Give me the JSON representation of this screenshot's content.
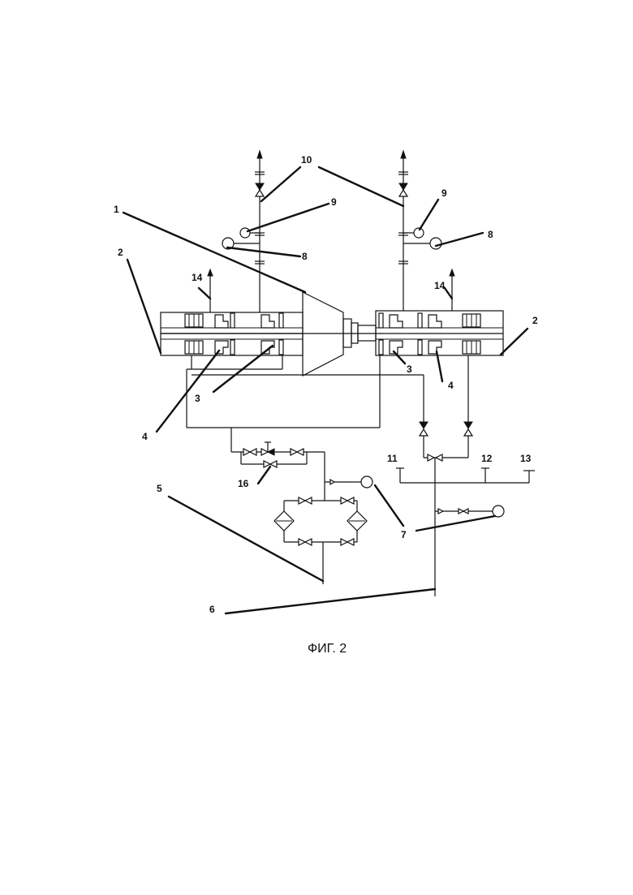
{
  "figure": {
    "caption": "ФИГ. 2",
    "labels": {
      "l1": "1",
      "l2a": "2",
      "l2b": "2",
      "l3a": "3",
      "l3b": "3",
      "l4a": "4",
      "l4b": "4",
      "l5": "5",
      "l6": "6",
      "l7": "7",
      "l8a": "8",
      "l8b": "8",
      "l9a": "9",
      "l9b": "9",
      "l10": "10",
      "l11": "11",
      "l12": "12",
      "l13": "13",
      "l14a": "14",
      "l14b": "14",
      "l16": "16"
    }
  }
}
